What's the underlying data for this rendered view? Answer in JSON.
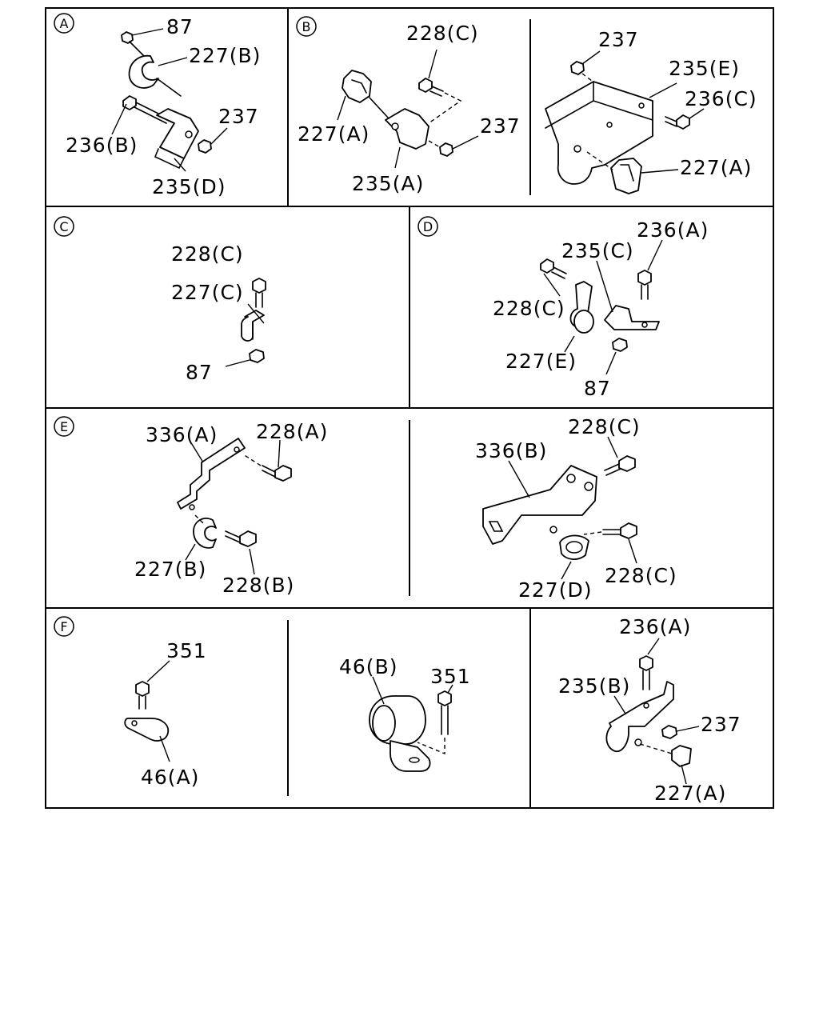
{
  "sections": [
    {
      "letter": "A",
      "labels": [
        "87",
        "227(B)",
        "237",
        "236(B)",
        "235(D)"
      ]
    },
    {
      "letter": "B",
      "labels": [
        "228(C)",
        "227(A)",
        "237",
        "235(A)",
        "237",
        "235(E)",
        "236(C)",
        "227(A)"
      ]
    },
    {
      "letter": "C",
      "labels": [
        "228(C)",
        "227(C)",
        "87"
      ]
    },
    {
      "letter": "D",
      "labels": [
        "236(A)",
        "235(C)",
        "228(C)",
        "227(E)",
        "87"
      ]
    },
    {
      "letter": "E",
      "labels": [
        "336(A)",
        "228(A)",
        "227(B)",
        "228(B)",
        "228(C)",
        "336(B)",
        "228(C)",
        "227(D)"
      ]
    },
    {
      "letter": "F",
      "labels": [
        "351",
        "46(A)",
        "46(B)",
        "351",
        "236(A)",
        "235(B)",
        "237",
        "227(A)"
      ]
    }
  ]
}
